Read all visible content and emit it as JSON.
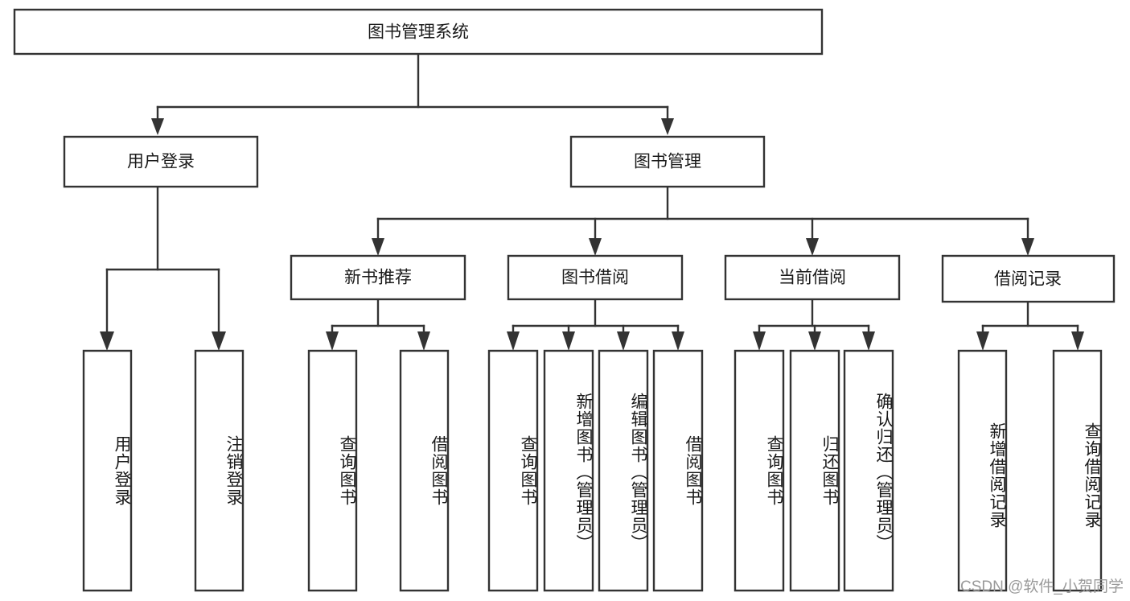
{
  "diagram": {
    "type": "tree-hierarchy",
    "title": "图书管理系统",
    "root": {
      "label": "图书管理系统",
      "level": 0,
      "orientation": "horizontal"
    },
    "level1": [
      {
        "label": "用户登录",
        "orientation": "horizontal"
      },
      {
        "label": "图书管理",
        "orientation": "horizontal"
      }
    ],
    "level2": [
      {
        "label": "新书推荐",
        "orientation": "horizontal",
        "parent": "图书管理"
      },
      {
        "label": "图书借阅",
        "orientation": "horizontal",
        "parent": "图书管理"
      },
      {
        "label": "当前借阅",
        "orientation": "horizontal",
        "parent": "图书管理"
      },
      {
        "label": "借阅记录",
        "orientation": "horizontal",
        "parent": "图书管理"
      }
    ],
    "leaves": {
      "user_login": [
        {
          "label": "用户登录",
          "orientation": "vertical"
        },
        {
          "label": "注销登录",
          "orientation": "vertical"
        }
      ],
      "new_book_recommend": [
        {
          "label": "查询图书",
          "orientation": "vertical"
        },
        {
          "label": "借阅图书",
          "orientation": "vertical"
        }
      ],
      "book_borrow": [
        {
          "label": "查询图书",
          "orientation": "vertical"
        },
        {
          "label": "新增图书（管理员）",
          "orientation": "vertical"
        },
        {
          "label": "编辑图书（管理员）",
          "orientation": "vertical"
        },
        {
          "label": "借阅图书",
          "orientation": "vertical"
        }
      ],
      "current_borrow": [
        {
          "label": "查询图书",
          "orientation": "vertical"
        },
        {
          "label": "归还图书",
          "orientation": "vertical"
        },
        {
          "label": "确认归还（管理员）",
          "orientation": "vertical"
        }
      ],
      "borrow_record": [
        {
          "label": "新增借阅记录",
          "orientation": "vertical"
        },
        {
          "label": "查询借阅记录",
          "orientation": "vertical"
        }
      ]
    },
    "colors": {
      "box_stroke": "#333333",
      "box_fill": "#ffffff",
      "text": "#1a1a1a",
      "connector": "#333333",
      "background": "#ffffff",
      "watermark": "#9a9a9a"
    }
  },
  "watermark": {
    "text": "CSDN @软件_小贺同学"
  }
}
